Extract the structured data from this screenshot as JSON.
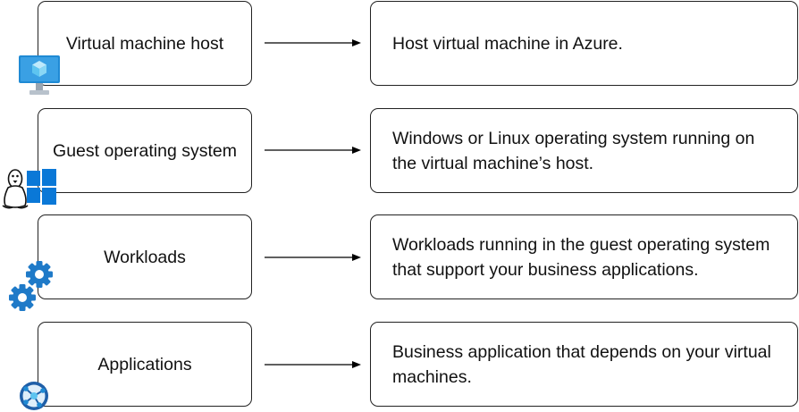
{
  "layers": [
    {
      "name": "Virtual machine host",
      "description": "Host virtual machine in Azure.",
      "icon": "azure-vm-monitor-icon"
    },
    {
      "name": "Guest operating system",
      "description": "Windows or Linux operating system running on the virtual machine’s host.",
      "icon": "linux-windows-icon"
    },
    {
      "name": "Workloads",
      "description": "Workloads running in the guest operating system that support your business applications.",
      "icon": "gears-icon"
    },
    {
      "name": "Applications",
      "description": "Business application that depends on your virtual machines.",
      "icon": "application-icon"
    }
  ],
  "colors": {
    "border": "#222222",
    "icon_blue": "#1f8ad4",
    "icon_light_blue": "#5ec4f0",
    "windows_blue": "#0a78d7"
  }
}
